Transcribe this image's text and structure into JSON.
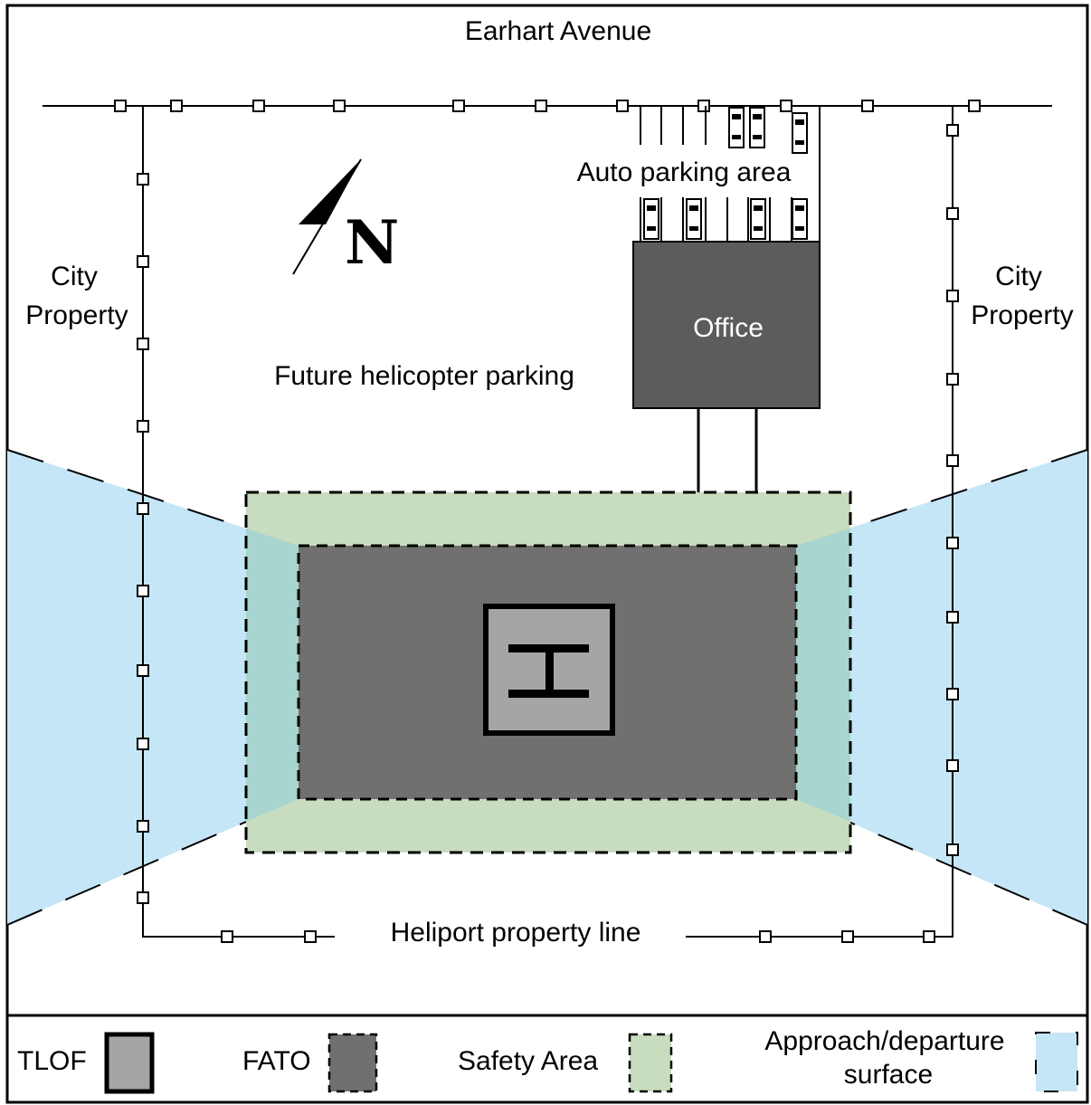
{
  "labels": {
    "street": "Earhart Avenue",
    "parking": "Auto parking area",
    "city_left_1": "City",
    "city_left_2": "Property",
    "city_right_1": "City",
    "city_right_2": "Property",
    "office": "Office",
    "future_parking": "Future helicopter parking",
    "property_line": "Heliport property line",
    "north": "N"
  },
  "legend": {
    "tlof": "TLOF",
    "fato": "FATO",
    "safety": "Safety Area",
    "approach_1": "Approach/departure",
    "approach_2": "surface"
  },
  "colors": {
    "approach_surface": "#c5e6f6",
    "safety_area": "#c8dcbf",
    "fato": "#6f706f",
    "tlof": "#a5a5a5",
    "office": "#5c5c5c",
    "overlap": "#a8d5d0"
  }
}
